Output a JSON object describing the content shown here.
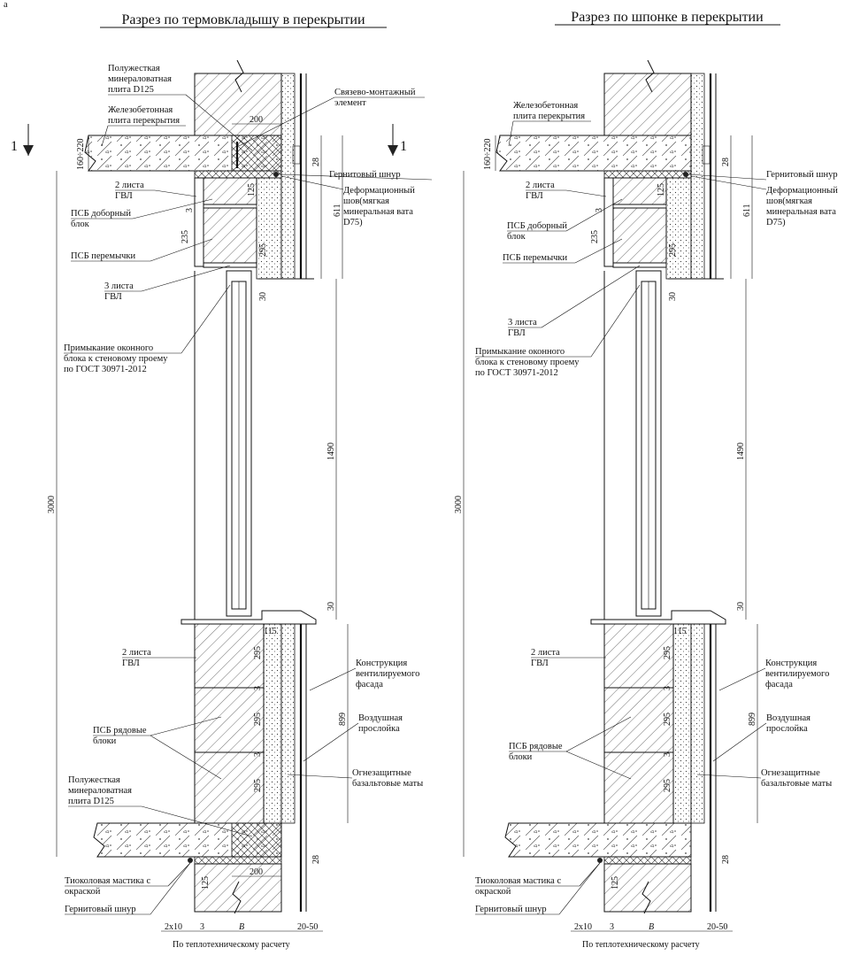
{
  "corner_mark": "a",
  "left": {
    "title": "Разрез по термовкладышу в перекрытии",
    "labels": {
      "polu_top": [
        "Полужесткая",
        "минераловатная",
        "плита D125"
      ],
      "zhb": [
        "Железобетонная",
        "плита перекрытия"
      ],
      "svyaz": [
        "Связево-монтажный",
        "элемент"
      ],
      "gernit_top": "Гернитовый шнур",
      "deform": [
        "Деформационный",
        "шов(мягкая",
        "минеральная вата",
        "D75)"
      ],
      "gvl2_top": [
        "2 листа",
        "ГВЛ"
      ],
      "psb_dob": [
        "ПСБ доборный",
        "блок"
      ],
      "psb_per": "ПСБ перемычки",
      "gvl3": [
        "3 листа",
        "ГВЛ"
      ],
      "primyk": [
        "Примыкание оконного",
        "блока к стеновому проему",
        "по ГОСТ 30971-2012"
      ],
      "gvl2_bot": [
        "2 листа",
        "ГВЛ"
      ],
      "psb_ryad": [
        "ПСБ рядовые",
        "блоки"
      ],
      "polu_bot": [
        "Полужесткая",
        "минераловатная",
        "плита D125"
      ],
      "konstr": [
        "Конструкция",
        "вентилируемого",
        "фасада"
      ],
      "vozd": [
        "Воздушная",
        "прослойка"
      ],
      "ognez": [
        "Огнезащитные",
        "базальтовые маты"
      ],
      "tiokol": [
        "Тиоколовая мастика с",
        "окраской"
      ],
      "gernit_bot": "Гернитовый шнур",
      "section_mark": "1"
    },
    "dims": {
      "d200": "200",
      "d160": "160÷220",
      "d28": "28",
      "d125": "125",
      "d3": "3",
      "d235": "235",
      "d295": "295",
      "d611": "611",
      "d30a": "30",
      "d1490": "1490",
      "d30b": "30",
      "d3000": "3000",
      "d115": "115",
      "d899": "899",
      "d295a": "295",
      "d3a": "3",
      "d295b": "295",
      "d3b": "3",
      "d295c": "295",
      "d28b": "28",
      "d125b": "125",
      "d200b": "200",
      "d2x10": "2х10",
      "d3c": "3",
      "dB": "B",
      "d2050": "20-50",
      "teplo": "По теплотехническому расчету"
    }
  },
  "right": {
    "title": "Разрез по шпонке в перекрытии",
    "labels": {
      "zhb": [
        "Железобетонная",
        "плита перекрытия"
      ],
      "gernit_top": "Гернитовый шнур",
      "deform": [
        "Деформационный",
        "шов(мягкая",
        "минеральная вата",
        "D75)"
      ],
      "gvl2_top": [
        "2 листа",
        "ГВЛ"
      ],
      "psb_dob": [
        "ПСБ доборный",
        "блок"
      ],
      "psb_per": "ПСБ перемычки",
      "gvl3": [
        "3 листа",
        "ГВЛ"
      ],
      "primyk": [
        "Примыкание оконного",
        "блока к стеновому проему",
        "по ГОСТ 30971-2012"
      ],
      "gvl2_bot": [
        "2 листа",
        "ГВЛ"
      ],
      "psb_ryad": [
        "ПСБ рядовые",
        "блоки"
      ],
      "konstr": [
        "Конструкция",
        "вентилируемого",
        "фасада"
      ],
      "vozd": [
        "Воздушная",
        "прослойка"
      ],
      "ognez": [
        "Огнезащитные",
        "базальтовые маты"
      ],
      "tiokol": [
        "Тиоколовая мастика с",
        "окраской"
      ],
      "gernit_bot": "Гернитовый шнур"
    },
    "dims": {
      "d160": "160÷220",
      "d28": "28",
      "d125": "125",
      "d3": "3",
      "d235": "235",
      "d295": "295",
      "d611": "611",
      "d30a": "30",
      "d1490": "1490",
      "d30b": "30",
      "d3000": "3000",
      "d115": "115",
      "d899": "899",
      "d295a": "295",
      "d3a": "3",
      "d295b": "295",
      "d3b": "3",
      "d295c": "295",
      "d28b": "28",
      "d125b": "125",
      "d2x10": "2х10",
      "d3c": "3",
      "dB": "B",
      "d2050": "20-50",
      "teplo": "По теплотехническому расчету"
    }
  }
}
